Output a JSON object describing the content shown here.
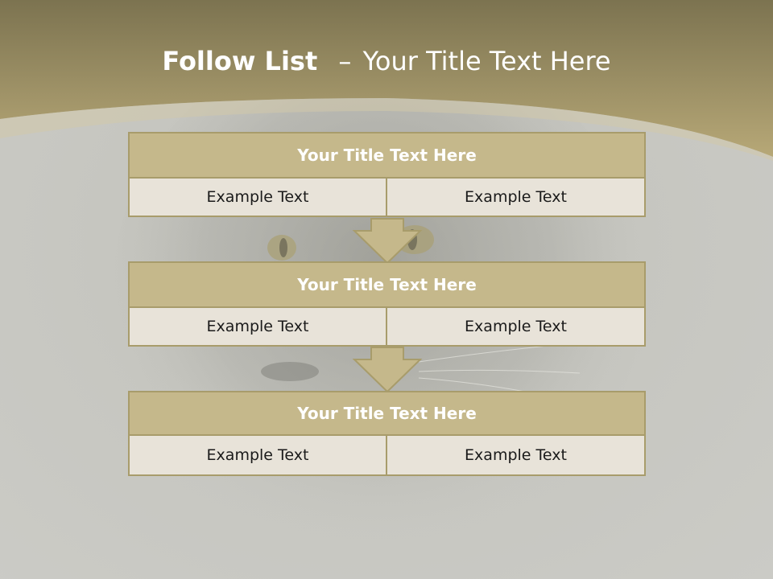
{
  "slide": {
    "title_bold": "Follow List",
    "title_dash": "–",
    "title_rest": "Your Title Text Here"
  },
  "colors": {
    "header_dark": "#7c7350",
    "header_light": "#b7a877",
    "title_fill": "#c5b88b",
    "cell_fill": "#e8e3d9",
    "border": "#a89c6b",
    "background": "#c8c8c2"
  },
  "blocks": [
    {
      "title": "Your Title Text Here",
      "left_text": "Example Text",
      "right_text": "Example Text"
    },
    {
      "title": "Your Title Text Here",
      "left_text": "Example Text",
      "right_text": "Example Text"
    },
    {
      "title": "Your Title Text Here",
      "left_text": "Example Text",
      "right_text": "Example Text"
    }
  ],
  "arrows": [
    "arrow-down-icon",
    "arrow-down-icon"
  ]
}
